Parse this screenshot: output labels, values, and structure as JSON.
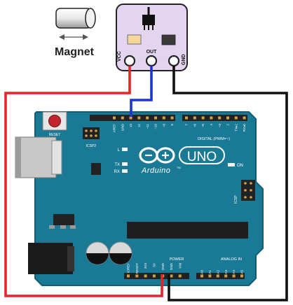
{
  "magnet": {
    "label": "Magnet"
  },
  "sensor": {
    "pins": {
      "vcc": "VCC",
      "out": "OUT",
      "gnd": "GND"
    }
  },
  "board": {
    "brand": "Arduino",
    "trademark": "TM",
    "model": "UNO",
    "reset": "RESET",
    "icsp2": "ICSP2",
    "icsp": "ICSP",
    "on": "ON",
    "led_l": "L",
    "led_tx": "TX",
    "led_rx": "RX",
    "digital": "DIGITAL (PWM=~)",
    "power": "POWER",
    "analog": "ANALOG IN",
    "header_top_left": [
      "AREF",
      "GND",
      "13",
      "12",
      "~11",
      "~10",
      "~9",
      "8"
    ],
    "header_top_right": [
      "7",
      "~6",
      "~5",
      "4",
      "~3",
      "2",
      "TX▸1",
      "RX◂0"
    ],
    "header_power": [
      "IOREF",
      "RESET",
      "3V3",
      "5V",
      "GND",
      "GND",
      "VIN"
    ],
    "header_analog": [
      "A0",
      "A1",
      "A2",
      "A3",
      "A4",
      "A5"
    ]
  },
  "colors": {
    "board": "#1a7a96",
    "board_edge": "#0f5d72",
    "wire_vcc": "#e8242b",
    "wire_out": "#1b35d4",
    "wire_gnd": "#111111",
    "sensor_body": "#e3d5f0"
  }
}
